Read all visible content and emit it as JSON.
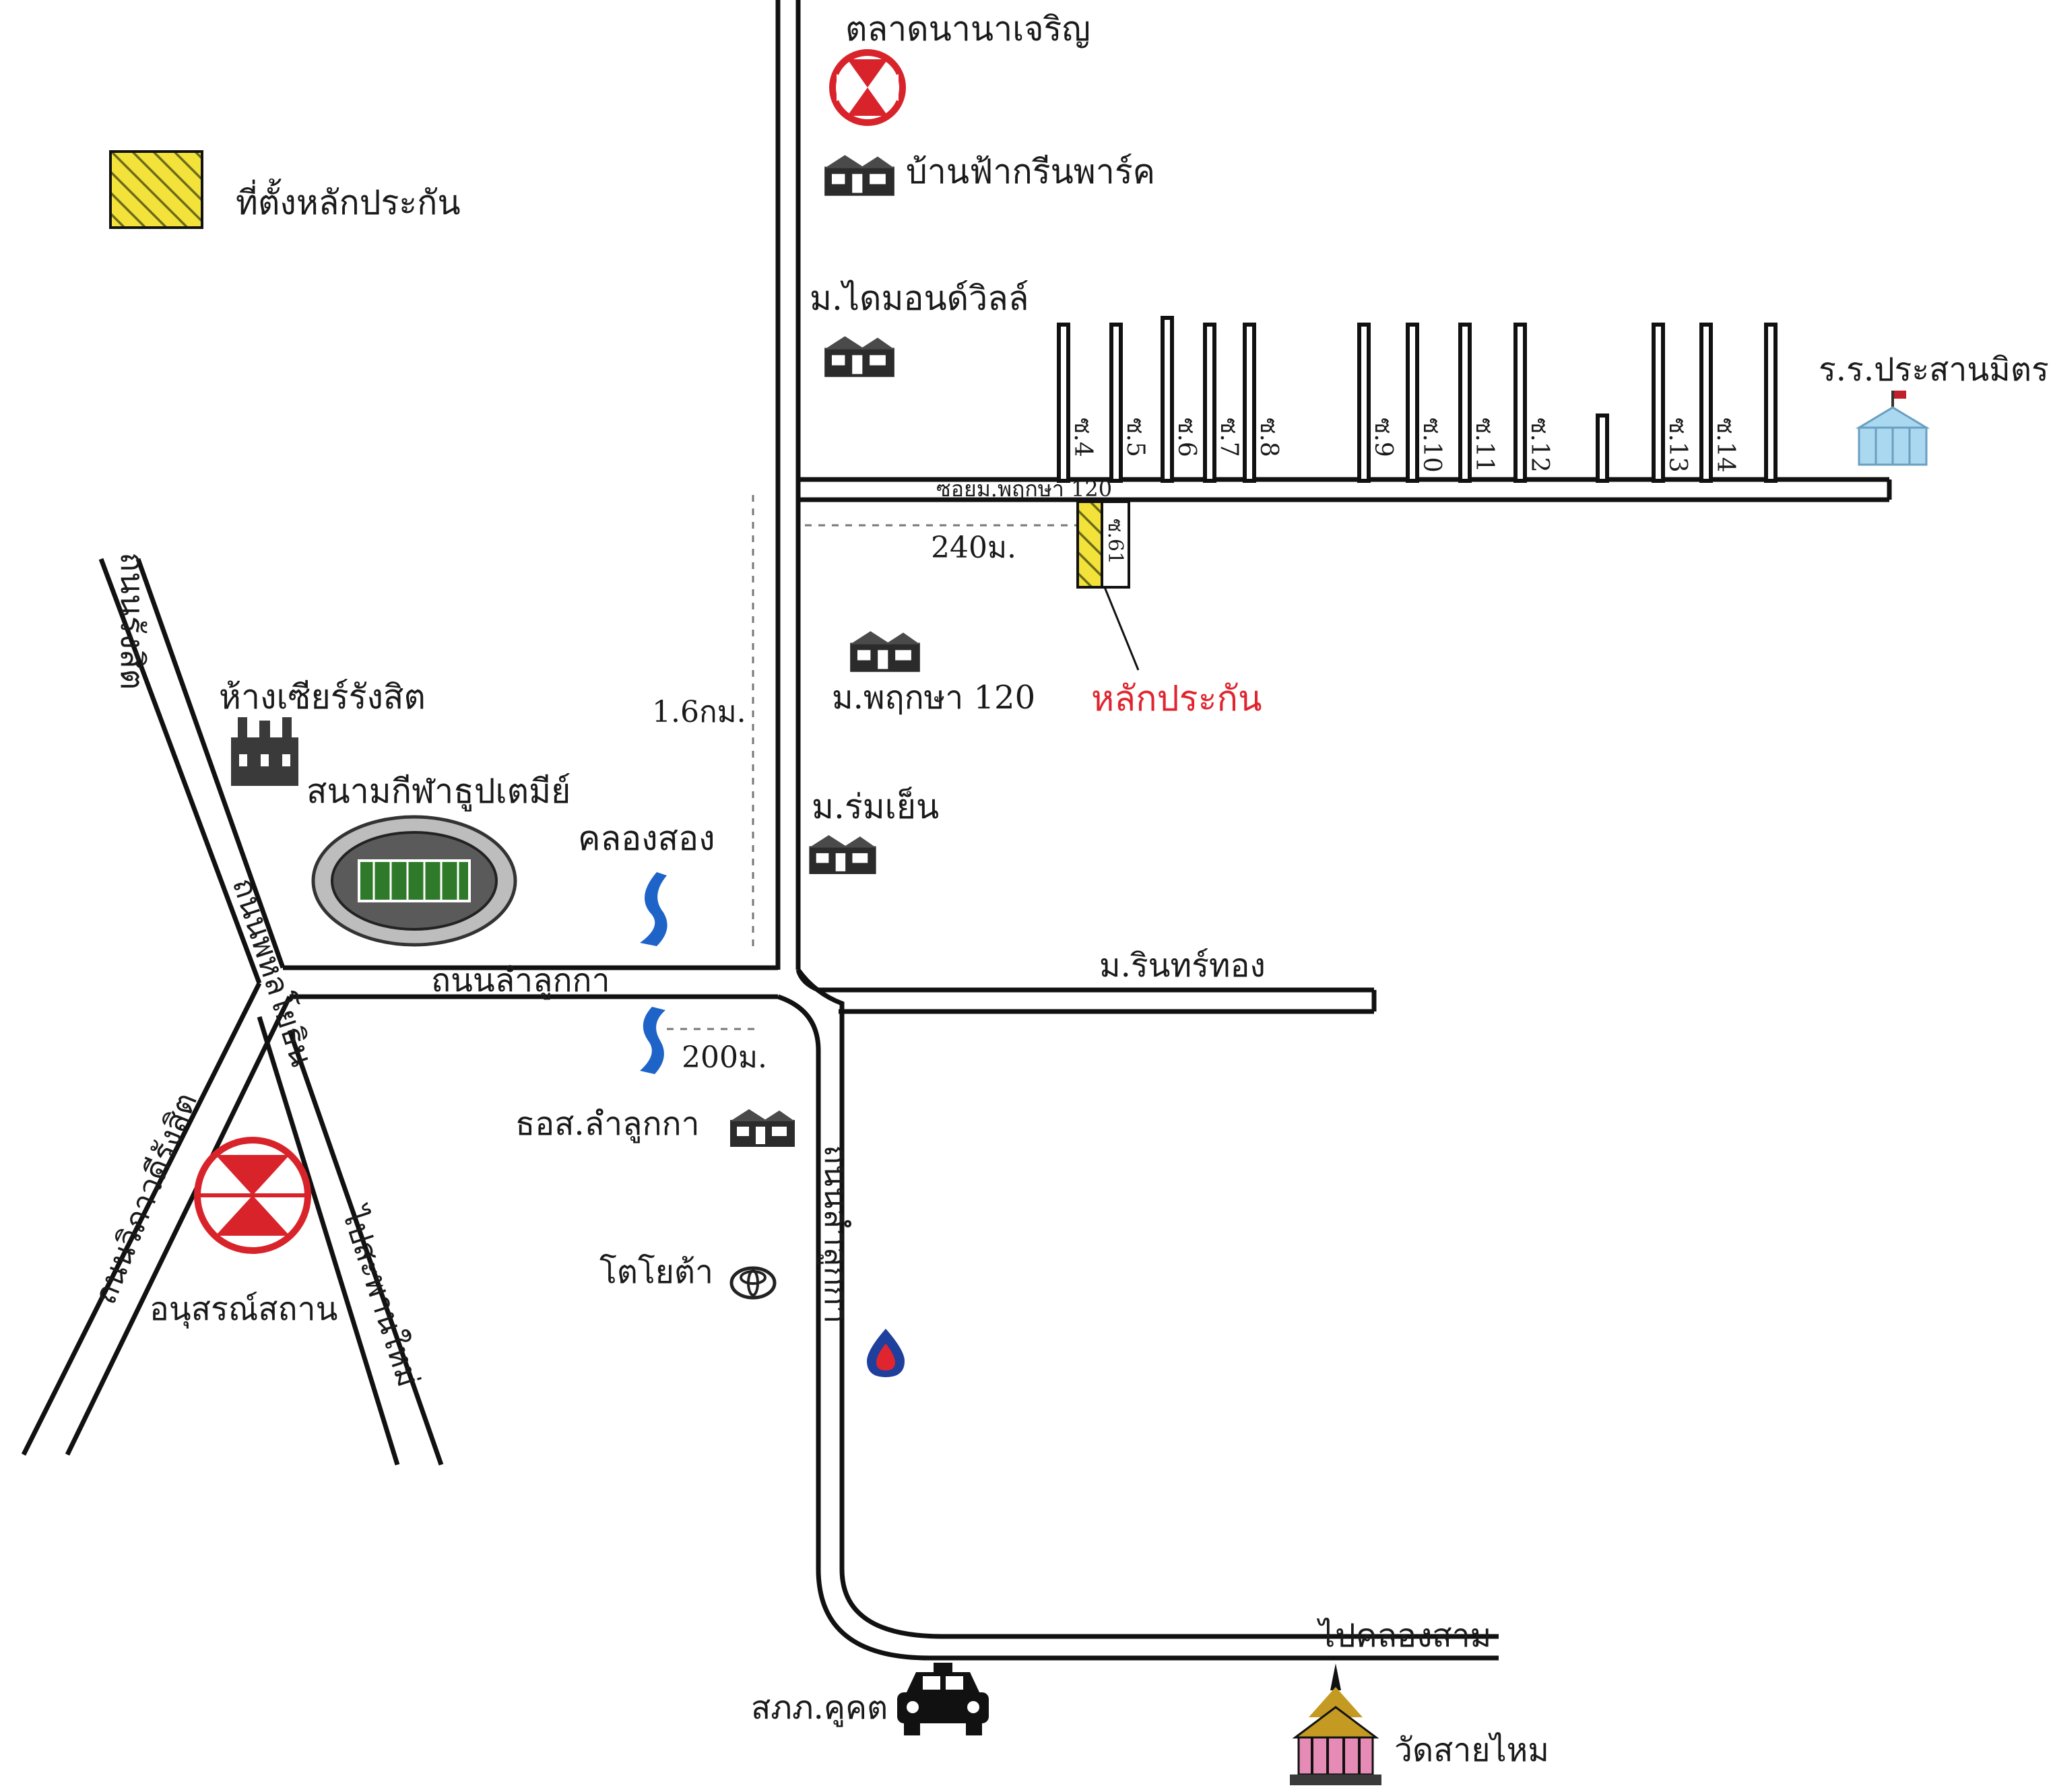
{
  "legend": {
    "label": "ที่ตั้งหลักประกัน",
    "swatch_color": "#f2e23a"
  },
  "labels": {
    "market": "ตลาดนานาเจริญ",
    "ban_fah": "บ้านฟ้ากรีนพาร์ค",
    "diamond_villa": "ม.ไดมอนด์วิลล์",
    "school": "ร.ร.ประสานมิตร",
    "phruksa": "ม.พฤกษา 120",
    "collateral": "หลักประกัน",
    "future_rangsit": "ห้างเซียร์รังสิต",
    "stadium": "สนามกีฬาธูปเตมีย์",
    "khlong_song": "คลองสอง",
    "rom_yen": "ม.ร่มเย็น",
    "rin_thong": "ม.รินทร์ทอง",
    "bank": "ธอส.ลำลูกกา",
    "toyota": "โตโยต้า",
    "monument": "อนุสรณ์สถาน",
    "police": "สภภ.คูคต",
    "wat": "วัดสายไหม"
  },
  "roads": {
    "lamlukka_h": "ถนนลำลูกกา",
    "lamlukka_v": "ถนนลำลูกกา",
    "phahonyothin": "ถนนพหลโยธิน",
    "rangsit": "ถนนรังสิต",
    "wiphawadi": "ถนนวิภาวดีรังสิต",
    "saphan_mai": "ไปสะพานใหม่",
    "khlong_sam": "ไปคลองสาม",
    "soi_main": "ซอยม.พฤกษา 120",
    "soi_collateral": "ซ.61"
  },
  "sois": [
    "ซ.4",
    "ซ.5",
    "ซ.6",
    "ซ.7",
    "ซ.8",
    "ซ.9",
    "ซ.10",
    "ซ.11",
    "ซ.12",
    "ซ.13",
    "ซ.14"
  ],
  "distances": {
    "d240": "240ม.",
    "d16": "1.6กม.",
    "d200": "200ม."
  },
  "colors": {
    "market_red": "#d9232b",
    "stadium_green": "#2f7a2a",
    "khlong_blue": "#1e63c8",
    "school_blue": "#a9d8f0",
    "wat_pink": "#e58bb5",
    "wat_gold": "#c59a22",
    "fuel_blue": "#1f3f9c",
    "text_red": "#e0252f"
  }
}
